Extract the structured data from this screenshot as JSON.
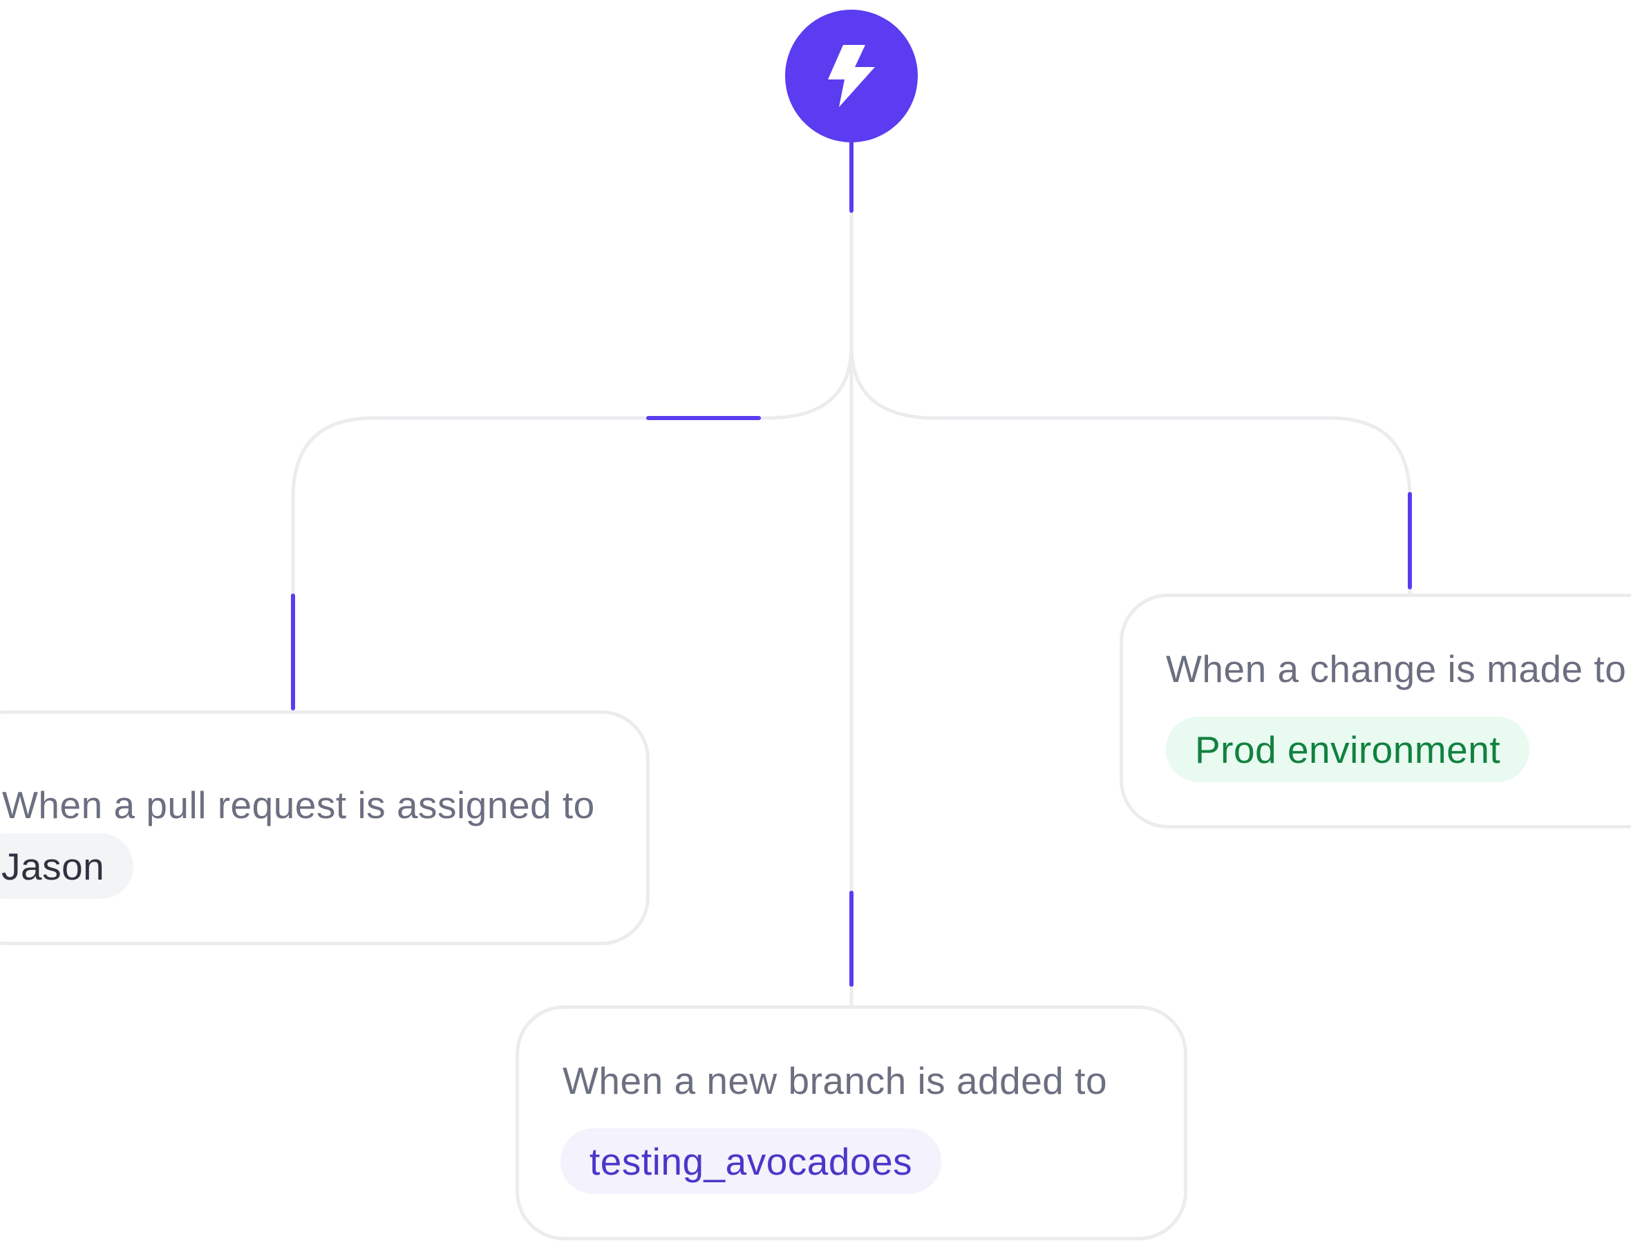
{
  "trigger": {
    "icon": "lightning-bolt-icon",
    "color": "#5b3cf0"
  },
  "colors": {
    "accent": "#5b3cf0",
    "connector": "#ececef",
    "card_border": "#ececef",
    "muted_text": "#6b6f80"
  },
  "branches": {
    "left": {
      "text": "When a pull request is assigned to",
      "tag": "Jason"
    },
    "right": {
      "text": "When a change is made to",
      "tag": "Prod environment"
    },
    "center": {
      "text": "When a new branch is added to",
      "tag": "testing_avocadoes"
    }
  }
}
